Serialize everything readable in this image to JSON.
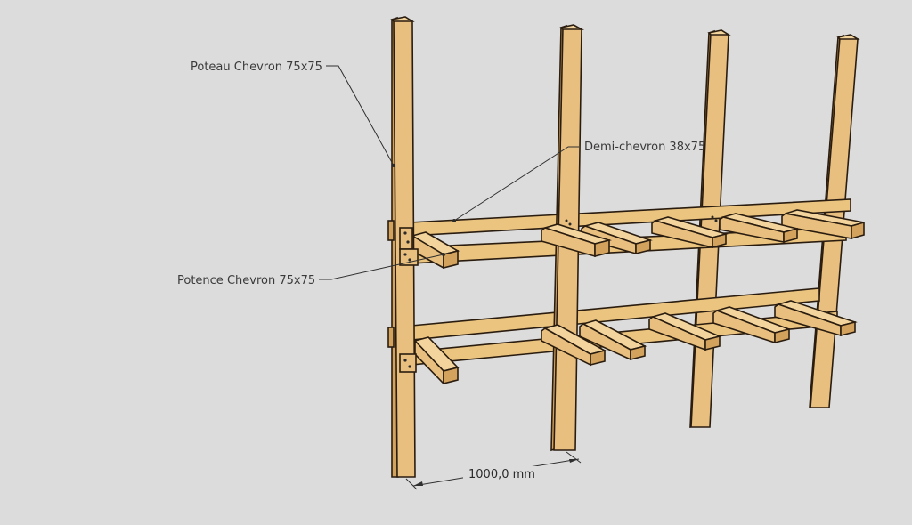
{
  "labels": {
    "post": "Poteau Chevron 75x75",
    "half_rafter": "Demi-chevron 38x75",
    "bracket": "Potence Chevron 75x75"
  },
  "dimension": {
    "text": "1000,0 mm"
  },
  "colors": {
    "background": "#dcdcdc",
    "wood": "#e8bf7e",
    "outline": "#2a1d10"
  }
}
